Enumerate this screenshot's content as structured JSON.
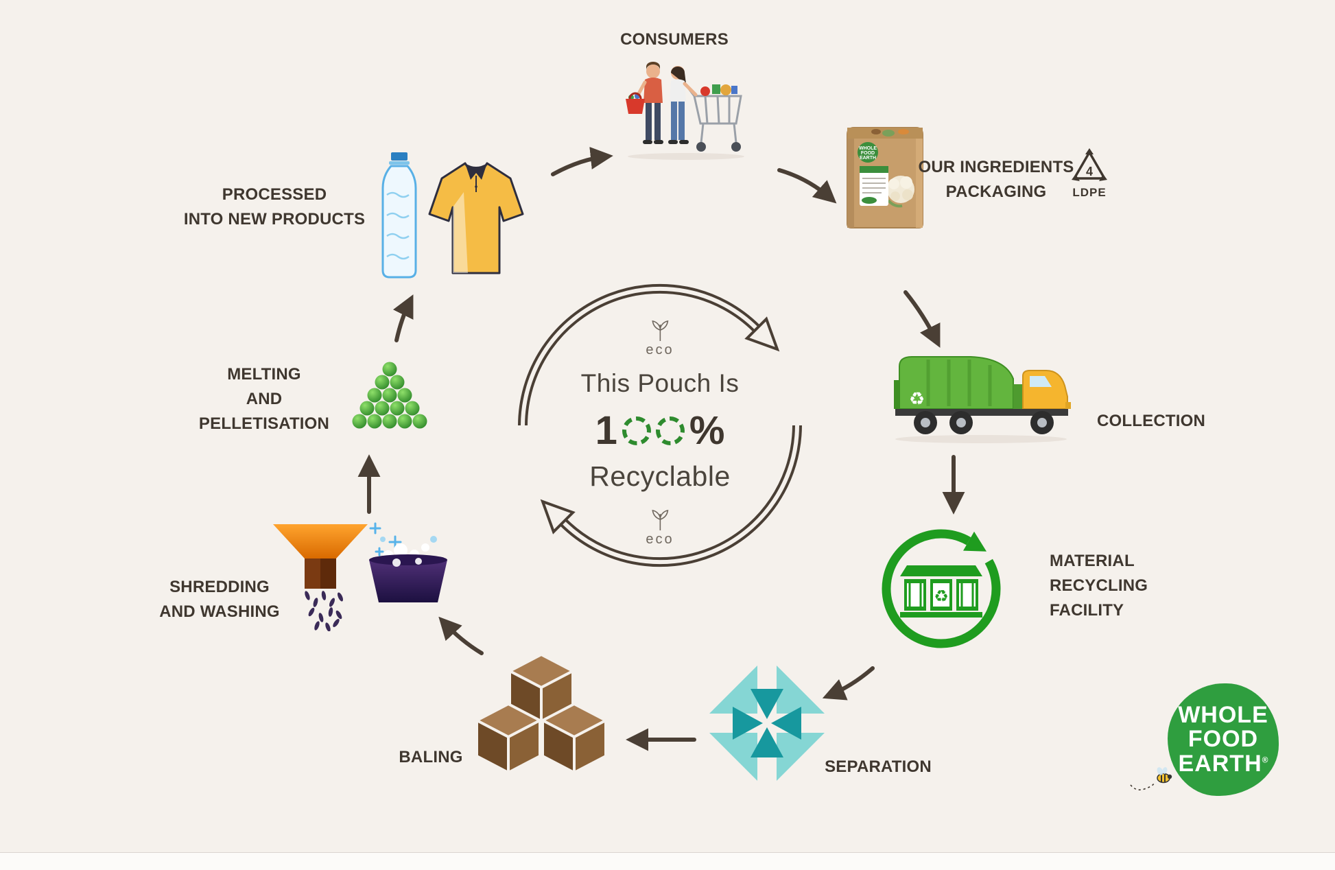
{
  "background": "#f5f1ec",
  "center": {
    "line1": "This Pouch Is",
    "percent_one": "1",
    "percent_zeros": "00",
    "percent_sign": "%",
    "percent_full": "100%",
    "line3": "Recyclable",
    "eco_top": "eco",
    "eco_bottom": "eco"
  },
  "stages": {
    "consumers": {
      "label": "CONSUMERS"
    },
    "packaging": {
      "label": "OUR INGREDIENTS\nPACKAGING",
      "resin_code": "4",
      "resin_name": "LDPE"
    },
    "collection": {
      "label": "COLLECTION"
    },
    "material_recycling_facility": {
      "label": "MATERIAL\nRECYCLING\nFACILITY"
    },
    "separation": {
      "label": "SEPARATION"
    },
    "baling": {
      "label": "BALING"
    },
    "shredding_washing": {
      "label": "SHREDDING\nAND WASHING"
    },
    "melting_pelletisation": {
      "label": "MELTING\nAND\nPELLETISATION"
    },
    "processed_new_products": {
      "label": "PROCESSED\nINTO NEW PRODUCTS"
    }
  },
  "pouch_brand": {
    "line1": "WHOLE",
    "line2": "FOOD",
    "line3": "EARTH"
  },
  "logo": {
    "line1": "WHOLE",
    "line2": "FOOD",
    "line3": "EARTH",
    "registered": "®"
  },
  "colors": {
    "arrow_brown": "#4a3f35",
    "label_text": "#3f372f",
    "recycle_green": "#2e8b2e",
    "mrf_green": "#1f9c1f",
    "separation_teal": "#1d9fa4",
    "truck_green": "#63b53e",
    "cab_yellow": "#f5b52e",
    "funnel_orange": "#f07d00",
    "basin_purple": "#3a2166",
    "bale_brown": "#8a6136",
    "logo_green": "#2f9e3f"
  }
}
